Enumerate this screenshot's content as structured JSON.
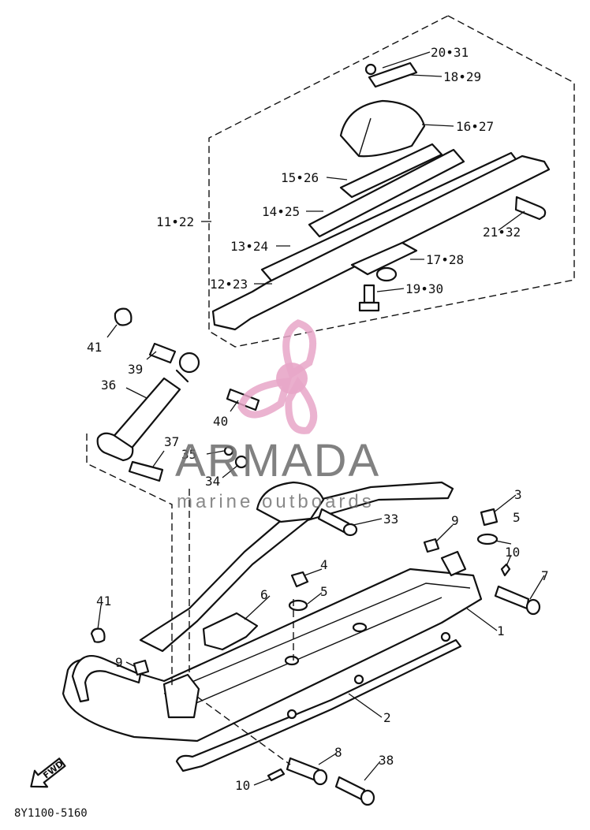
{
  "callouts": [
    {
      "id": "c-20-31",
      "text": "20•31"
    },
    {
      "id": "c-18-29",
      "text": "18•29"
    },
    {
      "id": "c-16-27",
      "text": "16•27"
    },
    {
      "id": "c-15-26",
      "text": "15•26"
    },
    {
      "id": "c-14-25",
      "text": "14•25"
    },
    {
      "id": "c-11-22",
      "text": "11•22"
    },
    {
      "id": "c-21-32",
      "text": "21•32"
    },
    {
      "id": "c-13-24",
      "text": "13•24"
    },
    {
      "id": "c-17-28",
      "text": "17•28"
    },
    {
      "id": "c-12-23",
      "text": "12•23"
    },
    {
      "id": "c-19-30",
      "text": "19•30"
    },
    {
      "id": "c-41a",
      "text": "41"
    },
    {
      "id": "c-39",
      "text": "39"
    },
    {
      "id": "c-36",
      "text": "36"
    },
    {
      "id": "c-40",
      "text": "40"
    },
    {
      "id": "c-37",
      "text": "37"
    },
    {
      "id": "c-35",
      "text": "35"
    },
    {
      "id": "c-34",
      "text": "34"
    },
    {
      "id": "c-3",
      "text": "3"
    },
    {
      "id": "c-33",
      "text": "33"
    },
    {
      "id": "c-9a",
      "text": "9"
    },
    {
      "id": "c-5a",
      "text": "5"
    },
    {
      "id": "c-10a",
      "text": "10"
    },
    {
      "id": "c-4",
      "text": "4"
    },
    {
      "id": "c-7",
      "text": "7"
    },
    {
      "id": "c-6",
      "text": "6"
    },
    {
      "id": "c-5b",
      "text": "5"
    },
    {
      "id": "c-41b",
      "text": "41"
    },
    {
      "id": "c-1",
      "text": "1"
    },
    {
      "id": "c-9b",
      "text": "9"
    },
    {
      "id": "c-2",
      "text": "2"
    },
    {
      "id": "c-8",
      "text": "8"
    },
    {
      "id": "c-38",
      "text": "38"
    },
    {
      "id": "c-10b",
      "text": "10"
    }
  ],
  "fwd_arrow_label": "FWD",
  "diagram_code": "8Y1100-5160",
  "watermark": {
    "brand": "ARMADA",
    "tagline": "marine outboards",
    "logo_color": "#e8a6c8",
    "logo_center_color": "#f5c6dc"
  }
}
